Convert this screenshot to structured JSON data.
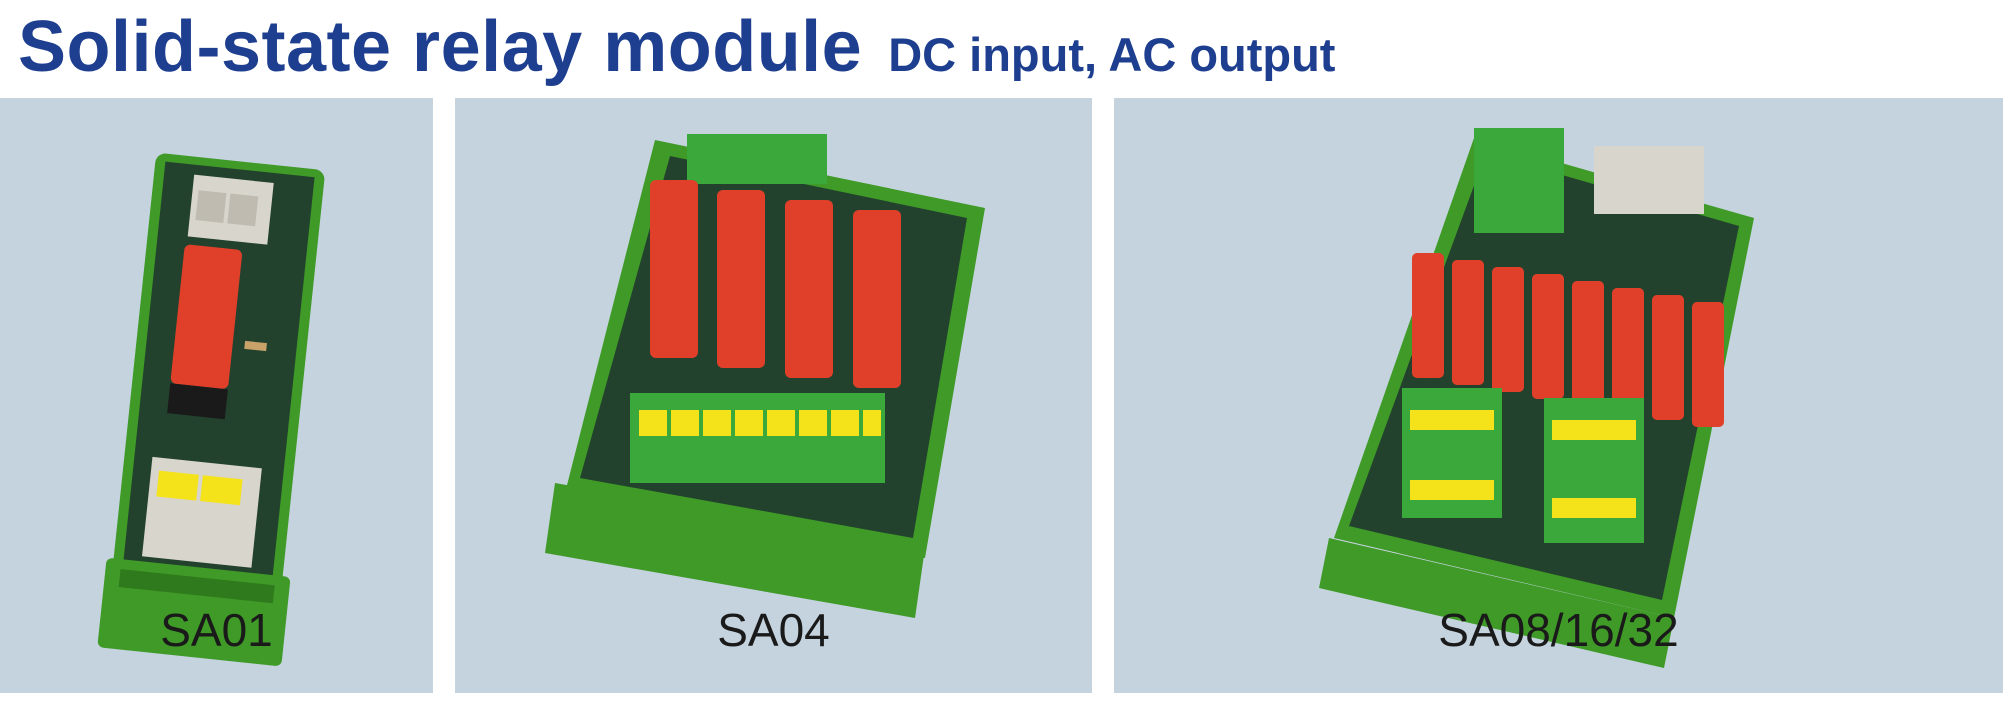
{
  "header": {
    "title": "Solid-state relay module",
    "subtitle": "DC input, AC output"
  },
  "products": [
    {
      "caption": "SA01",
      "relay_count": 1
    },
    {
      "caption": "SA04",
      "relay_count": 4
    },
    {
      "caption": "SA08/16/32",
      "relay_count": 8
    }
  ],
  "colors": {
    "title": "#1e3f8f",
    "panel_background": "#c5d3df",
    "din_rail_green": "#4caf2f",
    "pcb": "#1f3a2a",
    "relay_red": "#e0402a",
    "terminal_yellow": "#f4e21a"
  }
}
